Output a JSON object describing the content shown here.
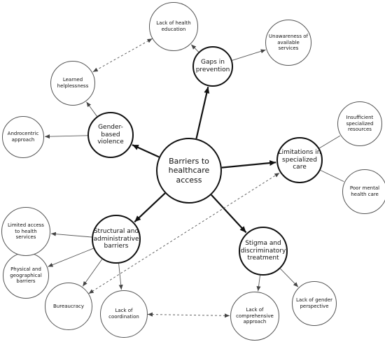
{
  "diagram": {
    "center": {
      "id": "barriers",
      "label": "Barriers to\nhealthcare\naccess"
    },
    "primary": [
      {
        "id": "gaps",
        "label": "Gaps in\nprevention"
      },
      {
        "id": "limitations",
        "label": "Limitations in\nspecialized\ncare"
      },
      {
        "id": "stigma",
        "label": "Stigma and\ndiscriminatory\ntreatment"
      },
      {
        "id": "structural",
        "label": "Structural and\nadministrative\nbarriers"
      },
      {
        "id": "gender",
        "label": "Gender-based\nviolence"
      }
    ],
    "secondary": [
      {
        "id": "health_edu",
        "label": "Lack of health\neducation"
      },
      {
        "id": "unaware",
        "label": "Unawareness of\navailable\nservices"
      },
      {
        "id": "insufficient",
        "label": "Insufficient\nspecialized\nresources"
      },
      {
        "id": "poor_mental",
        "label": "Poor mental\nhealth care"
      },
      {
        "id": "gender_persp",
        "label": "Lack of gender\nperspective"
      },
      {
        "id": "comprehensive",
        "label": "Lack of\ncomprehensive\napproach"
      },
      {
        "id": "coordination",
        "label": "Lack of\ncoordination"
      },
      {
        "id": "bureaucracy",
        "label": "Bureaucracy"
      },
      {
        "id": "physical",
        "label": "Physical and\ngeographical\nbarriers"
      },
      {
        "id": "limited_access",
        "label": "Limited access\nto health\nservices"
      },
      {
        "id": "androcentric",
        "label": "Androcentric\napproach"
      },
      {
        "id": "learned",
        "label": "Learned\nhelplessness"
      }
    ],
    "edges": [
      {
        "from": "barriers",
        "to": "gaps",
        "style": "solid",
        "arrow": "end",
        "weight": "thick"
      },
      {
        "from": "barriers",
        "to": "limitations",
        "style": "solid",
        "arrow": "end",
        "weight": "thick"
      },
      {
        "from": "barriers",
        "to": "stigma",
        "style": "solid",
        "arrow": "end",
        "weight": "thick"
      },
      {
        "from": "barriers",
        "to": "structural",
        "style": "solid",
        "arrow": "end",
        "weight": "thick"
      },
      {
        "from": "barriers",
        "to": "gender",
        "style": "solid",
        "arrow": "end",
        "weight": "thick"
      },
      {
        "from": "gaps",
        "to": "unaware",
        "style": "solid",
        "arrow": "end",
        "weight": "thin"
      },
      {
        "from": "gaps",
        "to": "health_edu",
        "style": "solid",
        "arrow": "end",
        "weight": "thin"
      },
      {
        "from": "limitations",
        "to": "insufficient",
        "style": "solid",
        "arrow": "none",
        "weight": "thin"
      },
      {
        "from": "limitations",
        "to": "poor_mental",
        "style": "solid",
        "arrow": "none",
        "weight": "thin"
      },
      {
        "from": "stigma",
        "to": "gender_persp",
        "style": "solid",
        "arrow": "end",
        "weight": "thin"
      },
      {
        "from": "stigma",
        "to": "comprehensive",
        "style": "solid",
        "arrow": "end",
        "weight": "thin"
      },
      {
        "from": "structural",
        "to": "limited_access",
        "style": "solid",
        "arrow": "end",
        "weight": "thin"
      },
      {
        "from": "structural",
        "to": "physical",
        "style": "solid",
        "arrow": "end",
        "weight": "thin"
      },
      {
        "from": "structural",
        "to": "bureaucracy",
        "style": "solid",
        "arrow": "end",
        "weight": "thin"
      },
      {
        "from": "structural",
        "to": "coordination",
        "style": "solid",
        "arrow": "end",
        "weight": "thin"
      },
      {
        "from": "gender",
        "to": "androcentric",
        "style": "solid",
        "arrow": "end",
        "weight": "thin"
      },
      {
        "from": "gender",
        "to": "learned",
        "style": "solid",
        "arrow": "end",
        "weight": "thin"
      },
      {
        "from": "limited_access",
        "to": "physical",
        "style": "solid",
        "arrow": "both",
        "weight": "thin"
      },
      {
        "from": "health_edu",
        "to": "learned",
        "style": "dashed",
        "arrow": "both",
        "weight": "thin"
      },
      {
        "from": "bureaucracy",
        "to": "limitations",
        "style": "dashed",
        "arrow": "both",
        "weight": "thin"
      },
      {
        "from": "coordination",
        "to": "comprehensive",
        "style": "dashed",
        "arrow": "both",
        "weight": "thin"
      }
    ]
  }
}
